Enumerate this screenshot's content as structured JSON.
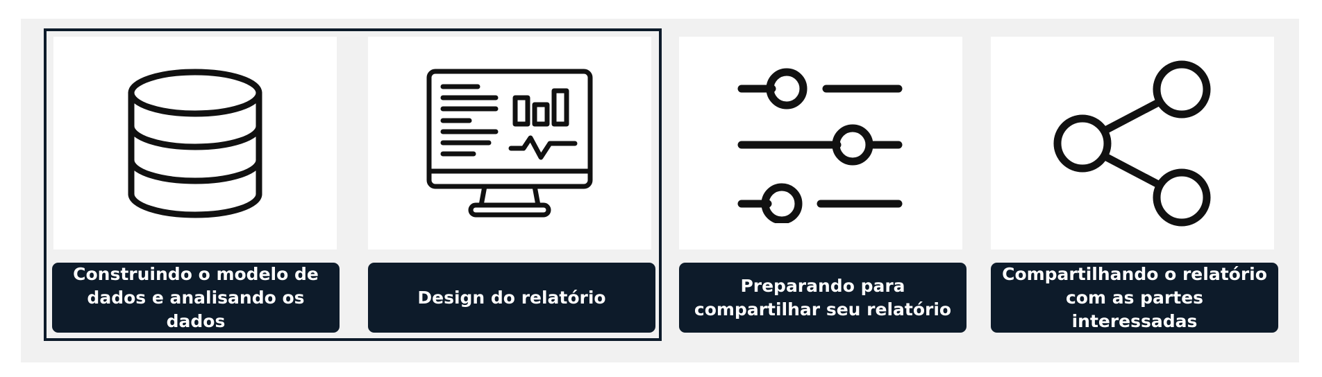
{
  "colors": {
    "panel_background": "#f1f1f1",
    "card_background": "#ffffff",
    "label_background": "#0d1b2a",
    "label_text": "#ffffff",
    "icon_stroke": "#111111",
    "highlight_frame": "#0d1b2a"
  },
  "steps": [
    {
      "icon": "database-icon",
      "label": "Construindo o modelo de dados e analisando os dados",
      "highlighted": true
    },
    {
      "icon": "monitor-report-icon",
      "label": "Design do relatório",
      "highlighted": true
    },
    {
      "icon": "sliders-icon",
      "label": "Preparando para compartilhar seu relatório",
      "highlighted": false
    },
    {
      "icon": "share-icon",
      "label": "Compartilhando o relatório com as partes interessadas",
      "highlighted": false
    }
  ]
}
